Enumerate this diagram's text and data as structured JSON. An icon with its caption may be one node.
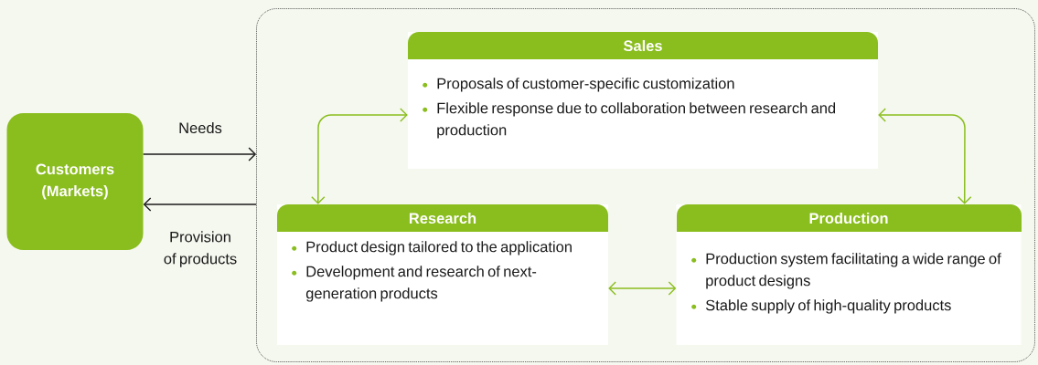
{
  "diagram": {
    "nodes": [
      {
        "text": [
          "Customers (Markets)"
        ]
      },
      {
        "text": [],
        "shape": "box"
      },
      {
        "text": [
          "Sales",
          "Proposals of customer-specific customization",
          "Flexible response due to collaboration between research and production"
        ],
        "in": 1
      },
      {
        "text": [
          "Research",
          "Product design tailored to the application",
          "Development and research of next-generation products"
        ],
        "in": 1
      },
      {
        "text": [
          "Production",
          "Production system facilitating a wide range of product designs",
          "Stable supply of high-quality products"
        ],
        "in": 1
      }
    ],
    "edges": [
      {
        "from": 0,
        "to": 1,
        "arrow": "to",
        "label": "Needs",
        "color": "#1a1a1a"
      },
      {
        "from": 1,
        "to": 0,
        "arrow": "to",
        "label": "Provision of products",
        "color": "#1a1a1a"
      },
      {
        "from": 3,
        "to": 2,
        "arrow": "both"
      },
      {
        "from": 2,
        "to": 4,
        "arrow": "both"
      },
      {
        "from": 3,
        "to": 4,
        "arrow": "both"
      }
    ]
  }
}
